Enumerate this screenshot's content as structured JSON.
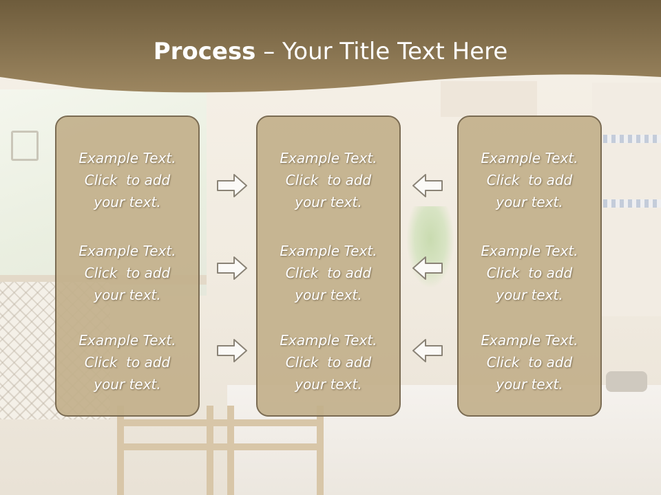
{
  "slide": {
    "title": {
      "bold": "Process",
      "rest": " – Your Title Text Here"
    },
    "columns": [
      {
        "items": [
          {
            "line1": "Example Text.",
            "line2": "Click  to add",
            "line3": "your text."
          },
          {
            "line1": "Example Text.",
            "line2": "Click  to add",
            "line3": "your text."
          },
          {
            "line1": "Example Text.",
            "line2": "Click  to add",
            "line3": "your text."
          }
        ]
      },
      {
        "items": [
          {
            "line1": "Example Text.",
            "line2": "Click  to add",
            "line3": "your text."
          },
          {
            "line1": "Example Text.",
            "line2": "Click  to add",
            "line3": "your text."
          },
          {
            "line1": "Example Text.",
            "line2": "Click  to add",
            "line3": "your text."
          }
        ]
      },
      {
        "items": [
          {
            "line1": "Example Text.",
            "line2": "Click  to add",
            "line3": "your text."
          },
          {
            "line1": "Example Text.",
            "line2": "Click  to add",
            "line3": "your text."
          },
          {
            "line1": "Example Text.",
            "line2": "Click  to add",
            "line3": "your text."
          }
        ]
      }
    ],
    "arrows": {
      "left_to_center": "arrow-right-icon",
      "right_to_center": "arrow-left-icon"
    },
    "colors": {
      "header_band": "#8a7550",
      "column_fill": "#c2b08b",
      "column_border": "#7a6b52",
      "text": "#ffffff"
    }
  }
}
